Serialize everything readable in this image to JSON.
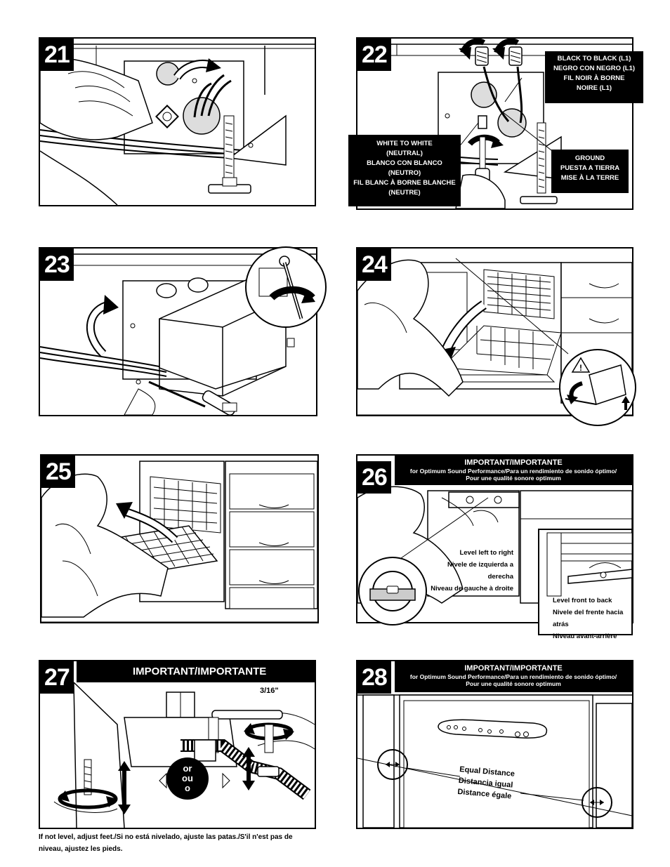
{
  "steps": [
    {
      "number": "21"
    },
    {
      "number": "22",
      "label_black": "BLACK TO BLACK (L1)\nNEGRO CON NEGRO (L1)\nFIL NOIR À BORNE\nNOIRE (L1)",
      "label_white": "WHITE TO WHITE\n(NEUTRAL)\nBLANCO CON BLANCO\n(NEUTRO)\nFIL BLANC À BORNE BLANCHE\n(NEUTRE)",
      "label_ground": "GROUND\nPUESTA A TIERRA\nMISE À LA TERRE"
    },
    {
      "number": "23"
    },
    {
      "number": "24"
    },
    {
      "number": "25"
    },
    {
      "number": "26",
      "header_title": "IMPORTANT/IMPORTANTE",
      "header_sub": "for Optimum Sound Performance/Para un rendimiento de sonido óptimo/\nPour une qualité sonore optimum",
      "level_left_right": "Level left to right\nNivele de izquierda a derecha\nNiveau de gauche à droite",
      "level_front_back": "Level front to back\nNivele del frente hacia atrás\nNiveau avant-arrière"
    },
    {
      "number": "27",
      "header_title": "IMPORTANT/IMPORTANTE",
      "size_label": "3/16\"",
      "or_label": "or\nou\no"
    },
    {
      "number": "28",
      "header_title": "IMPORTANT/IMPORTANTE",
      "header_sub": "for Optimum Sound Performance/Para un rendimiento de sonido óptimo/\nPour une qualité sonore optimum",
      "equal_distance": "Equal Distance\nDistancia igual\nDistance égale"
    }
  ],
  "footer_caption_1": "If not level, adjust feet./Si no está nivelado, ajuste las patas./S'il n'est pas de",
  "footer_caption_2": "niveau, ajustez les pieds."
}
